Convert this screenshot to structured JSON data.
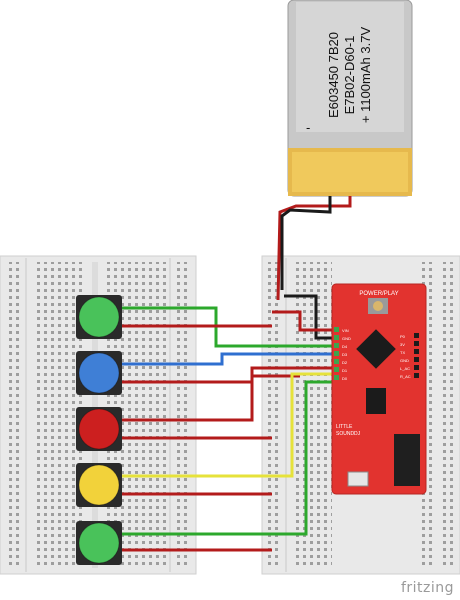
{
  "battery": {
    "label_lines": [
      "E603450 7B20",
      "E7B02-D60-1",
      "+ 1100mAh 3.7V"
    ],
    "minus_sign": "-"
  },
  "board": {
    "header_label": "POWER/PLAY",
    "left_pins": [
      "VIN",
      "GND",
      "D4",
      "D3",
      "D2",
      "D1",
      "D0"
    ],
    "right_pins": [
      "P0",
      "3V",
      "TX",
      "GND",
      "L_AC",
      "R_AC"
    ],
    "logo_text": [
      "LITTLE",
      "SOUNDDJ"
    ]
  },
  "buttons": [
    {
      "color": "green",
      "fill": "#49c25a"
    },
    {
      "color": "blue",
      "fill": "#3f7fd6"
    },
    {
      "color": "red",
      "fill": "#cc1f1f"
    },
    {
      "color": "yellow",
      "fill": "#f2d23a"
    },
    {
      "color": "green",
      "fill": "#49c25a"
    }
  ],
  "wire_colors": {
    "green": "#2ca82c",
    "blue": "#2f6fd0",
    "red": "#b31b1b",
    "yellow": "#e6e23a",
    "black": "#1a1a1a"
  },
  "watermark": "fritzing"
}
